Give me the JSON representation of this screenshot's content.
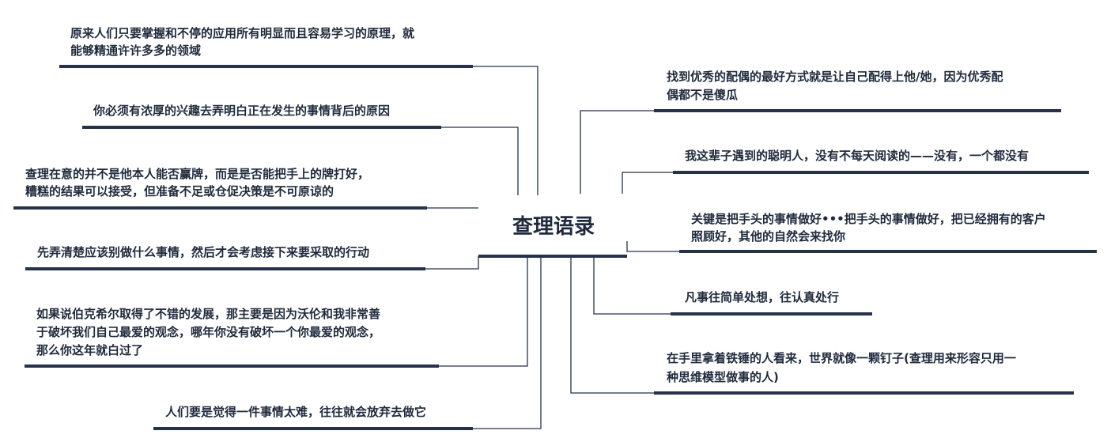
{
  "center": {
    "title": "查理语录"
  },
  "left_nodes": [
    {
      "lines": [
        "原来人们只要掌握和不停的应用所有明显而且容易学习的原理，就",
        "能够精通许许多多的领域"
      ]
    },
    {
      "lines": [
        "你必须有浓厚的兴趣去弄明白正在发生的事情背后的原因"
      ]
    },
    {
      "lines": [
        "查理在意的并不是他本人能否赢牌，而是是否能把手上的牌打好，",
        "糟糕的结果可以接受，但准备不足或仓促决策是不可原谅的"
      ]
    },
    {
      "lines": [
        "先弄清楚应该别做什么事情，然后才会考虑接下来要采取的行动"
      ]
    },
    {
      "lines": [
        "如果说伯克希尔取得了不错的发展，那主要是因为沃伦和我非常善",
        "于破坏我们自己最爱的观念，哪年你没有破坏一个你最爱的观念，",
        "那么你这年就白过了"
      ]
    },
    {
      "lines": [
        "人们要是觉得一件事情太难，往往就会放弃去做它"
      ]
    }
  ],
  "right_nodes": [
    {
      "lines": [
        "找到优秀的配偶的最好方式就是让自己配得上他/她，因为优秀配",
        "偶都不是傻瓜"
      ]
    },
    {
      "lines": [
        "我这辈子遇到的聪明人，没有不每天阅读的——没有，一个都没有"
      ]
    },
    {
      "lines": [
        "关键是把手头的事情做好•••把手头的事情做好，把已经拥有的客户",
        "照顾好，其他的自然会来找你"
      ]
    },
    {
      "lines": [
        "凡事往简单处想，往认真处行"
      ]
    },
    {
      "lines": [
        "在手里拿着铁锤的人看来，世界就像一颗钉子(查理用来形容只用一",
        "种思维模型做事的人)"
      ]
    }
  ],
  "colors": {
    "line": "#27324a",
    "text": "#1f2a3c"
  }
}
